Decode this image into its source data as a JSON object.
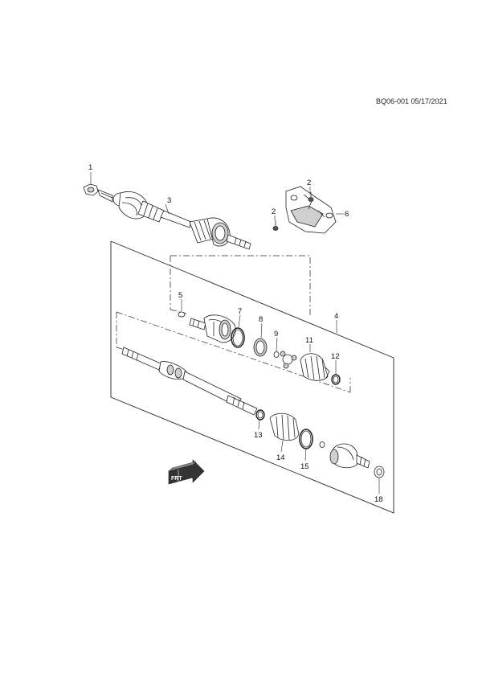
{
  "document": {
    "code": "BQ06-001 05/17/2021"
  },
  "callouts": {
    "c1": "1",
    "c2a": "2",
    "c2b": "2",
    "c3": "3",
    "c4": "4",
    "c5": "5",
    "c6": "6",
    "c7": "7",
    "c8": "8",
    "c9": "9",
    "c11": "11",
    "c12": "12",
    "c13": "13",
    "c14": "14",
    "c15": "15",
    "c18": "18"
  },
  "direction_badge": {
    "label": "FRT"
  },
  "colors": {
    "line": "#222222",
    "part_fill": "#ffffff",
    "part_shade": "#cfcfcf",
    "dark_shade": "#555555"
  }
}
